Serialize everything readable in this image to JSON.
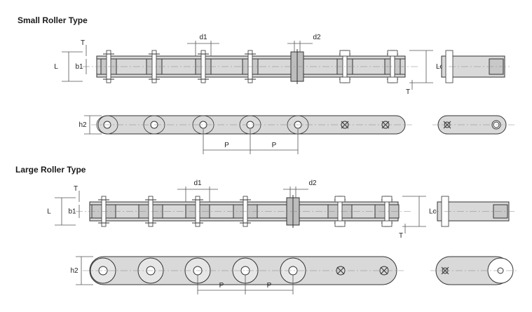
{
  "sections": [
    {
      "title": "Small Roller Type",
      "labels": {
        "T": "T",
        "L": "L",
        "b1": "b1",
        "d1": "d1",
        "d2": "d2",
        "Lc": "Lc",
        "h2": "h2",
        "P": "P"
      }
    },
    {
      "title": "Large Roller Type",
      "labels": {
        "T": "T",
        "L": "L",
        "b1": "b1",
        "d1": "d1",
        "d2": "d2",
        "Lc": "Lc",
        "h2": "h2",
        "P": "P"
      }
    }
  ],
  "colors": {
    "plate": "#d9d9d9",
    "roller": "#c8c8c8",
    "line": "#333333",
    "dim": "#555555"
  }
}
